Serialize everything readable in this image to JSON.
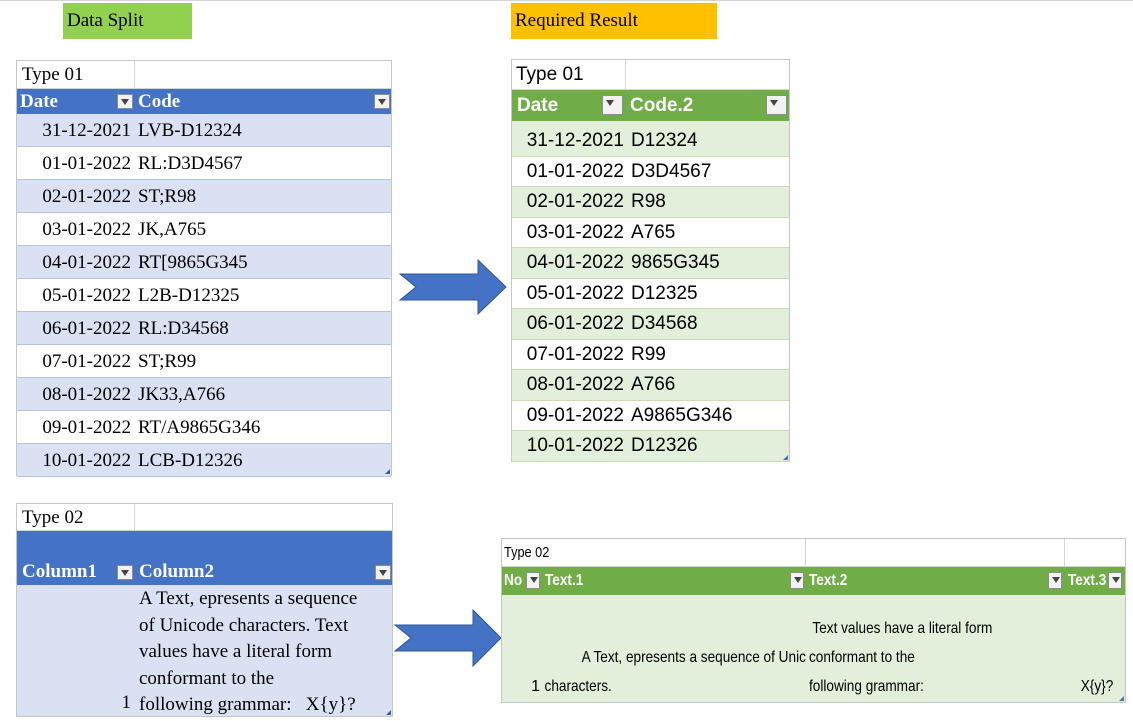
{
  "headers": {
    "data_split": "Data Split",
    "required_result": "Required Result"
  },
  "colors": {
    "data_split_bg": "#92d050",
    "required_result_bg": "#ffc000",
    "blue_header": "#4472c4",
    "blue_band": "#d9e1f2",
    "green_header": "#70ad47",
    "green_band": "#e2efda",
    "arrow": "#4472c4"
  },
  "table1": {
    "caption": "Type 01",
    "columns": [
      "Date",
      "Code"
    ],
    "rows": [
      [
        "31-12-2021",
        "LVB-D12324"
      ],
      [
        "01-01-2022",
        "RL:D3D4567"
      ],
      [
        "02-01-2022",
        "ST;R98"
      ],
      [
        "03-01-2022",
        "JK,A765"
      ],
      [
        "04-01-2022",
        "RT[9865G345"
      ],
      [
        "05-01-2022",
        "L2B-D12325"
      ],
      [
        "06-01-2022",
        "RL:D34568"
      ],
      [
        "07-01-2022",
        "ST;R99"
      ],
      [
        "08-01-2022",
        "JK33,A766"
      ],
      [
        "09-01-2022",
        "RT/A9865G346"
      ],
      [
        "10-01-2022",
        "LCB-D12326"
      ]
    ]
  },
  "table2": {
    "caption": "Type 01",
    "columns": [
      "Date",
      "Code.2"
    ],
    "rows": [
      [
        "31-12-2021",
        "D12324"
      ],
      [
        "01-01-2022",
        "D3D4567"
      ],
      [
        "02-01-2022",
        "R98"
      ],
      [
        "03-01-2022",
        "A765"
      ],
      [
        "04-01-2022",
        "9865G345"
      ],
      [
        "05-01-2022",
        "D12325"
      ],
      [
        "06-01-2022",
        "D34568"
      ],
      [
        "07-01-2022",
        "R99"
      ],
      [
        "08-01-2022",
        "A766"
      ],
      [
        "09-01-2022",
        "A9865G346"
      ],
      [
        "10-01-2022",
        "D12326"
      ]
    ]
  },
  "table3": {
    "caption": "Type 02",
    "columns": [
      "Column1",
      "Column2"
    ],
    "row": {
      "col1": "1",
      "col2_lines": [
        "A Text, epresents a sequence",
        "of Unicode characters. Text",
        "values have a literal form",
        "conformant to the",
        "following grammar:   X{y}?"
      ]
    }
  },
  "table4": {
    "caption": "Type 02",
    "columns": [
      "No",
      "Text.1",
      "Text.2",
      "Text.3"
    ],
    "row": {
      "no": "1",
      "text1_lines": [
        "A Text, epresents a sequence of Unicode",
        "characters."
      ],
      "text2_lines": [
        "Text values have a literal form",
        "conformant to the",
        "following grammar:"
      ],
      "text3": "X{y}?"
    }
  }
}
